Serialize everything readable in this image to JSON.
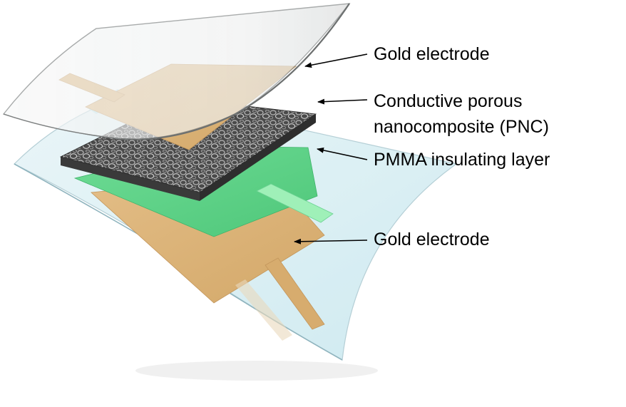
{
  "labels": {
    "top_gold": "Gold electrode",
    "pnc_line1": "Conductive porous",
    "pnc_line2": "nanocomposite (PNC)",
    "pmma": "PMMA insulating layer",
    "bottom_gold": "Gold electrode"
  },
  "colors": {
    "gold": "#ddb47a",
    "gold_dark": "#c89a5c",
    "pmma_green": "#5fd487",
    "pmma_light": "#9ff0b8",
    "substrate_blue": "#cfe9ef",
    "pnc_gray": "#5a5a5a",
    "arrow": "#000000"
  }
}
